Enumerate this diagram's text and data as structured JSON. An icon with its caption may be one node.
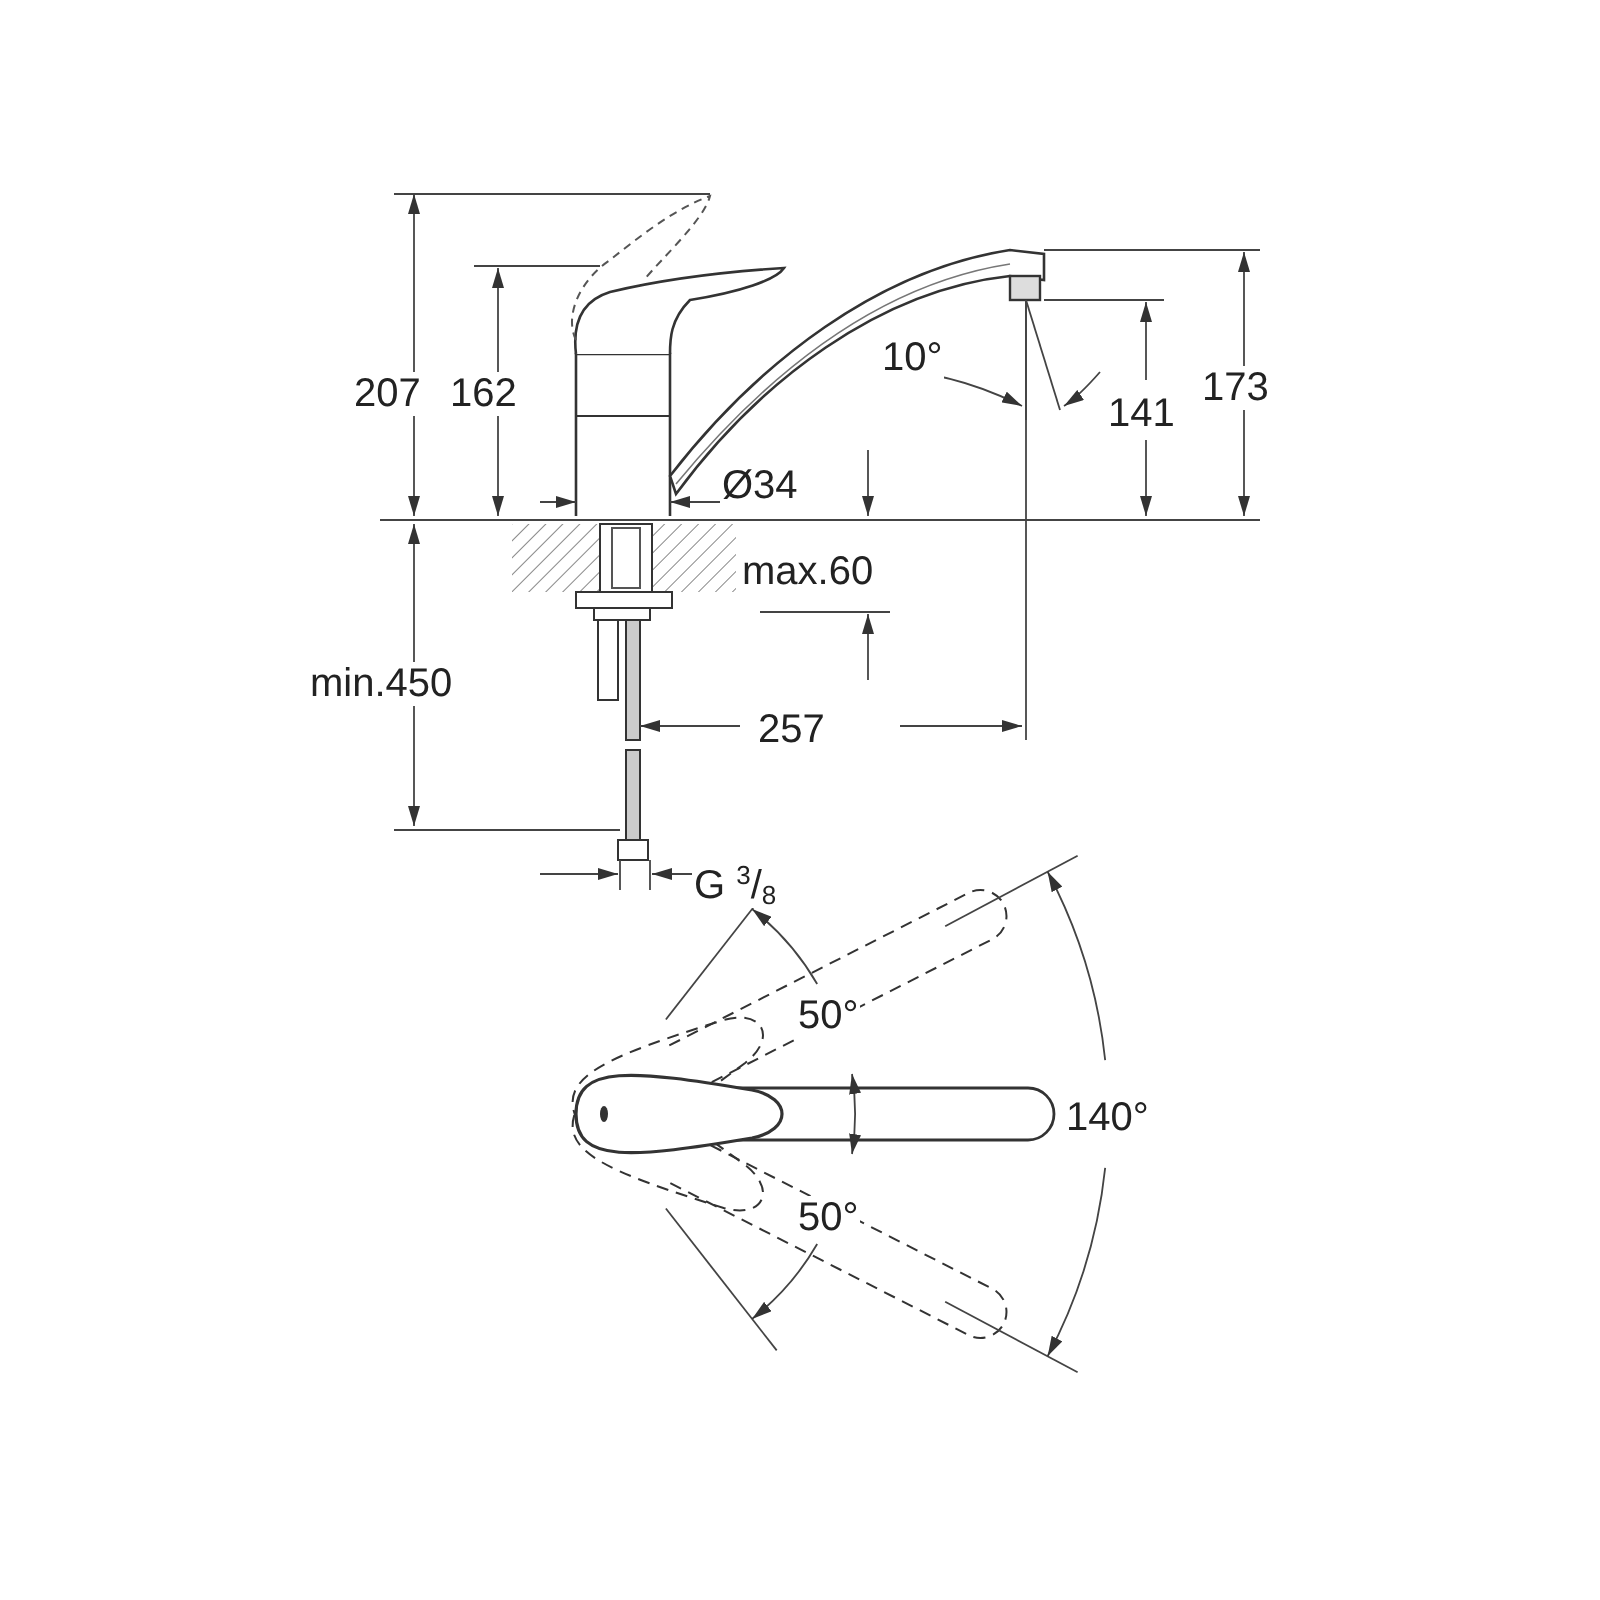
{
  "diagram": {
    "labels": [
      "207",
      "162",
      "10°",
      "141",
      "173",
      "Ø34",
      "max.60",
      "min.450",
      "257",
      "G $^{3}$/$_{8}$",
      "50°",
      "140°",
      "50°"
    ]
  }
}
